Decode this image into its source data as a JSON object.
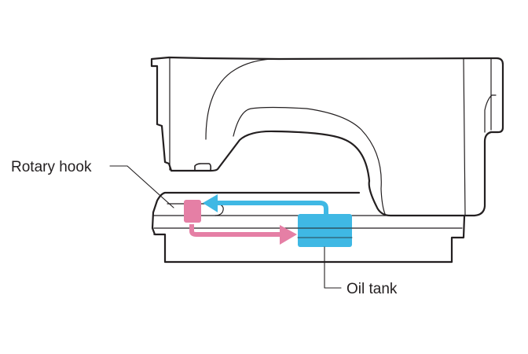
{
  "diagram": {
    "subject": "Sewing machine lubrication path",
    "labels": {
      "rotary_hook": "Rotary hook",
      "oil_tank": "Oil tank"
    },
    "colors": {
      "outline": "#231f20",
      "rotary_hook": "#e57fa5",
      "oil_tank": "#3fb8e4",
      "supply_arrow": "#3fb8e4",
      "return_arrow": "#e57fa5"
    },
    "flows": [
      {
        "from": "Oil tank",
        "to": "Rotary hook",
        "color": "blue"
      },
      {
        "from": "Rotary hook",
        "to": "Oil tank",
        "color": "pink"
      }
    ]
  }
}
